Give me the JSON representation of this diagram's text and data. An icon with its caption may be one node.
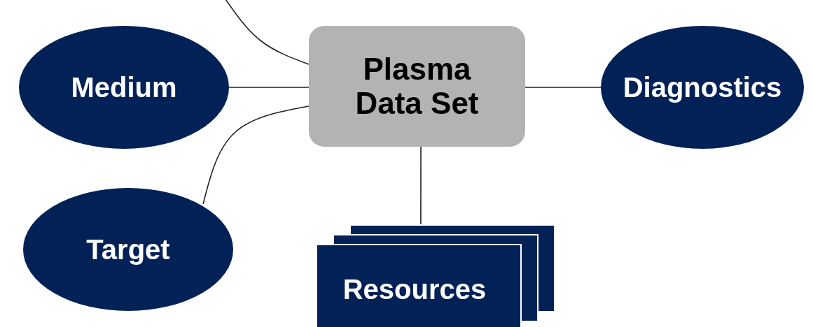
{
  "diagram": {
    "nodes": [
      {
        "text": [
          "Plasma Data Set"
        ]
      },
      {
        "text": [
          "Medium"
        ]
      },
      {
        "text": [
          "Diagnostics"
        ]
      },
      {
        "text": [
          "Target"
        ]
      },
      {
        "text": [
          "Resources"
        ]
      }
    ],
    "edges": [
      {
        "from": null,
        "to": 0,
        "arrow": "none"
      },
      {
        "from": 1,
        "to": 0,
        "arrow": "none"
      },
      {
        "from": 0,
        "to": 2,
        "arrow": "none"
      },
      {
        "from": 3,
        "to": 0,
        "arrow": "none"
      },
      {
        "from": 0,
        "to": 4,
        "arrow": "none"
      }
    ]
  }
}
